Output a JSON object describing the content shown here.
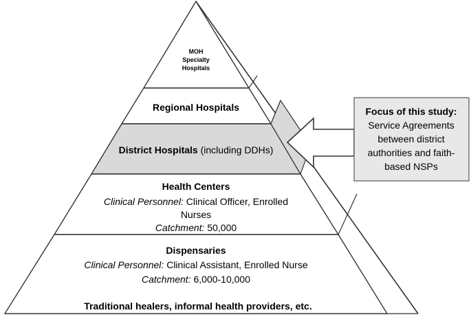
{
  "pyramid": {
    "tiers": [
      {
        "id": "moh",
        "lines": [
          "MOH",
          "Specialty",
          "Hospitals"
        ],
        "fill": "#ffffff"
      },
      {
        "id": "regional",
        "title": "Regional Hospitals",
        "fill": "#ffffff"
      },
      {
        "id": "district",
        "title_bold": "District Hospitals",
        "title_rest": " (including DDHs)",
        "fill": "#d9d9d9",
        "highlighted": true
      },
      {
        "id": "health-centers",
        "title": "Health Centers",
        "personnel_label": "Clinical Personnel:",
        "personnel_value_line1": " Clinical Officer, Enrolled",
        "personnel_value_line2": "Nurses",
        "catchment_label": "Catchment:",
        "catchment_value": " 50,000",
        "fill": "#ffffff"
      },
      {
        "id": "dispensaries",
        "title": "Dispensaries",
        "personnel_label": "Clinical Personnel:",
        "personnel_value": " Clinical Assistant, Enrolled Nurse",
        "catchment_label": "Catchment:",
        "catchment_value": " 6,000-10,000",
        "footer": "Traditional healers, informal health providers, etc.",
        "fill": "#ffffff"
      }
    ]
  },
  "callout": {
    "lines": [
      "Focus of this study:",
      "Service Agreements",
      "between district",
      "authorities and faith-",
      "based NSPs"
    ],
    "fill": "#e8e8e8",
    "arrow_fill": "#ffffff"
  }
}
